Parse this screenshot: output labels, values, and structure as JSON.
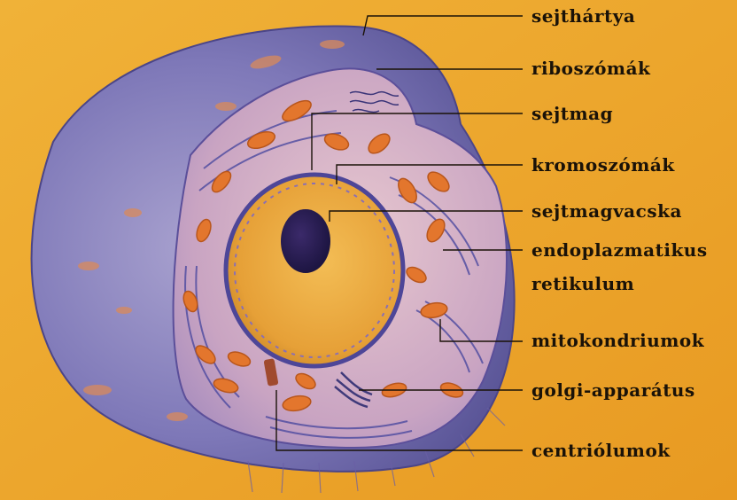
{
  "labels": [
    {
      "id": "sejthartya",
      "text": "sejthártya"
    },
    {
      "id": "riboszomak",
      "text": "riboszómák"
    },
    {
      "id": "sejtmag",
      "text": "sejtmag"
    },
    {
      "id": "kromoszomak",
      "text": "kromoszómák"
    },
    {
      "id": "sejtmagvacska",
      "text": "sejtmagvacska"
    },
    {
      "id": "endo1",
      "text": "endoplazmatikus"
    },
    {
      "id": "endo2",
      "text": "retikulum"
    },
    {
      "id": "mitokondriumok",
      "text": "mitokondriumok"
    },
    {
      "id": "golgi",
      "text": "golgi-apparátus"
    },
    {
      "id": "centriolumok",
      "text": "centriólumok"
    }
  ]
}
